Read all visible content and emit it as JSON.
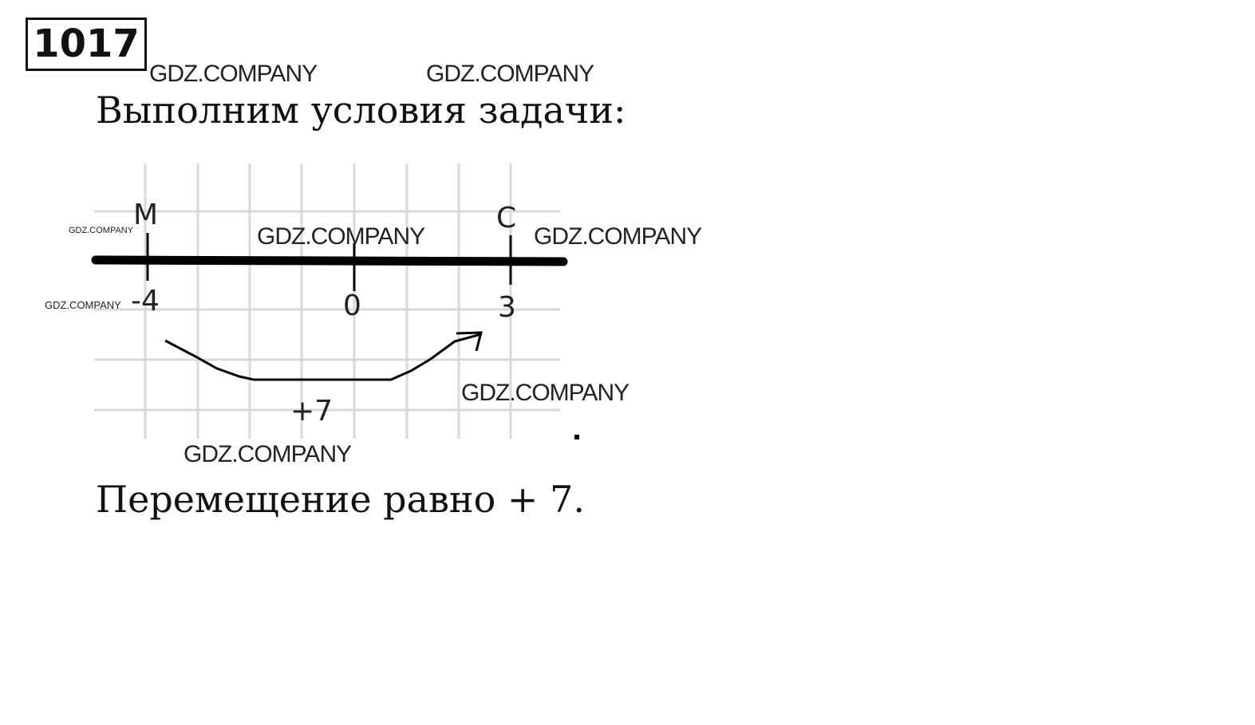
{
  "problem_number": "1017",
  "heading": "Выполним условия задачи:",
  "conclusion": "Перемещение равно + 7.",
  "watermark": "GDZ.COMPANY",
  "number_line": {
    "point_labels": [
      "M",
      "C"
    ],
    "tick_labels": [
      "-4",
      "0",
      "3"
    ],
    "move_label": "+7"
  }
}
